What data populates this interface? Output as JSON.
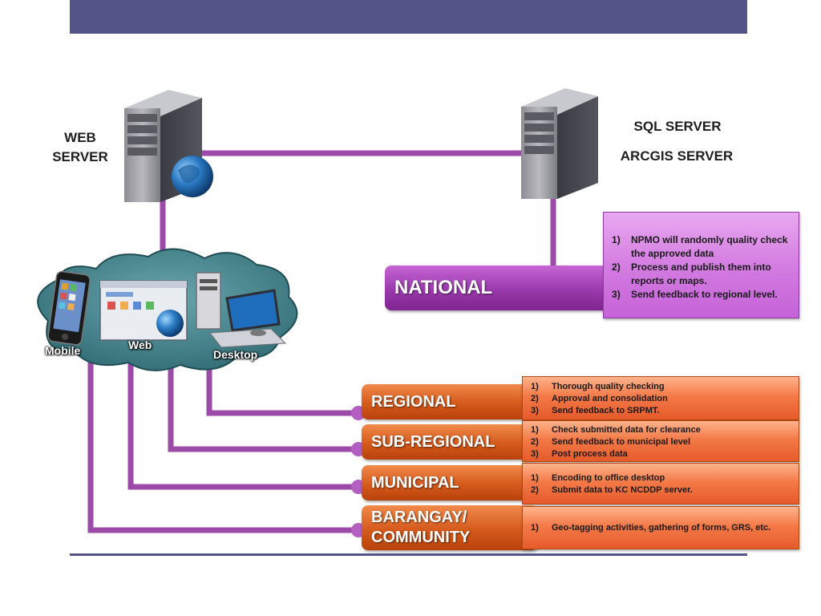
{
  "servers": {
    "web_server": [
      "WEB",
      "SERVER"
    ],
    "sql_server": "SQL SERVER",
    "arcgis_server": "ARCGIS SERVER"
  },
  "devices": {
    "mobile": "Mobile",
    "web": "Web",
    "desktop": "Desktop"
  },
  "national": {
    "label": "NATIONAL",
    "tasks": [
      "NPMO will randomly quality check the approved data",
      "Process and publish them into reports or maps.",
      "Send feedback to regional level."
    ]
  },
  "levels": [
    {
      "label": "REGIONAL",
      "tasks": [
        "Thorough quality checking",
        "Approval and consolidation",
        "Send feedback to SRPMT."
      ]
    },
    {
      "label": "SUB-REGIONAL",
      "tasks": [
        "Check submitted data for clearance",
        "Send feedback to municipal level",
        "Post process data"
      ]
    },
    {
      "label": "MUNICIPAL",
      "tasks": [
        "Encoding to office desktop",
        "Submit data to KC NCDDP server."
      ]
    },
    {
      "label_lines": [
        "BARANGAY/",
        "COMMUNITY"
      ],
      "tasks": [
        "Geo-tagging activities, gathering of forms, GRS, etc."
      ]
    }
  ],
  "colors": {
    "header_bar": "#555489",
    "connector": "#9b4aa8",
    "level_orange": "#d55a1c",
    "level_purple": "#9a3aac"
  }
}
